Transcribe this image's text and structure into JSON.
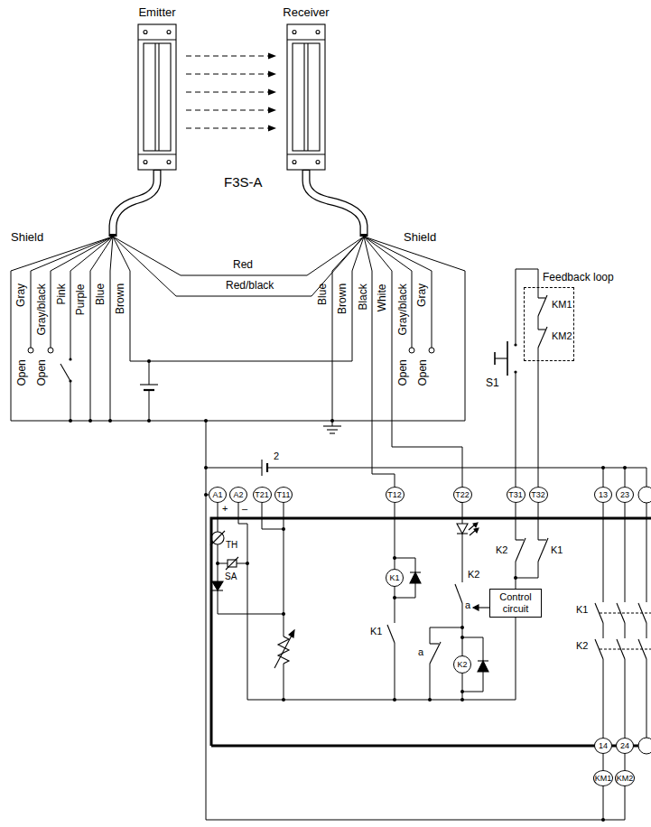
{
  "diagram": {
    "nodes": [
      {
        "text": [
          "Emitter"
        ]
      },
      {
        "text": [
          "Receiver"
        ]
      },
      {
        "text": [
          "Feedback loop",
          "KM1",
          "KM2"
        ]
      },
      {
        "text": [
          "A1"
        ]
      },
      {
        "text": [
          "A2"
        ]
      },
      {
        "text": [
          "T21"
        ]
      },
      {
        "text": [
          "T11"
        ]
      },
      {
        "text": [
          "T12"
        ]
      },
      {
        "text": [
          "T22"
        ]
      },
      {
        "text": [
          "T31"
        ]
      },
      {
        "text": [
          "T32"
        ]
      },
      {
        "text": [
          "13"
        ]
      },
      {
        "text": [
          "23"
        ]
      },
      {
        "text": [
          "K1"
        ]
      },
      {
        "text": [
          "Control circuit"
        ]
      },
      {
        "text": [
          "K2"
        ]
      },
      {
        "text": [
          "14"
        ]
      },
      {
        "text": [
          "24"
        ]
      },
      {
        "text": [
          "KM1"
        ]
      },
      {
        "text": [
          "KM2"
        ]
      }
    ],
    "edges": [
      {
        "from": 16,
        "to": 18,
        "arrow": "none"
      },
      {
        "from": 17,
        "to": 19,
        "arrow": "none"
      },
      {
        "from": 2,
        "to": 10,
        "arrow": "none"
      }
    ],
    "labels": [
      "F3S-A",
      "Shield",
      "Shield",
      "Red",
      "Red/black",
      "Gray",
      "Gray/black",
      "Pink",
      "Purple",
      "Blue",
      "Brown",
      "Open",
      "Open",
      "Blue",
      "Brown",
      "Black",
      "White",
      "Gray/black",
      "Gray",
      "Open",
      "Open",
      "S1",
      "2",
      "+",
      "–",
      "TH",
      "SA",
      "K1",
      "K2",
      "a",
      "a",
      "K2",
      "K1",
      "K1",
      "K2"
    ]
  }
}
